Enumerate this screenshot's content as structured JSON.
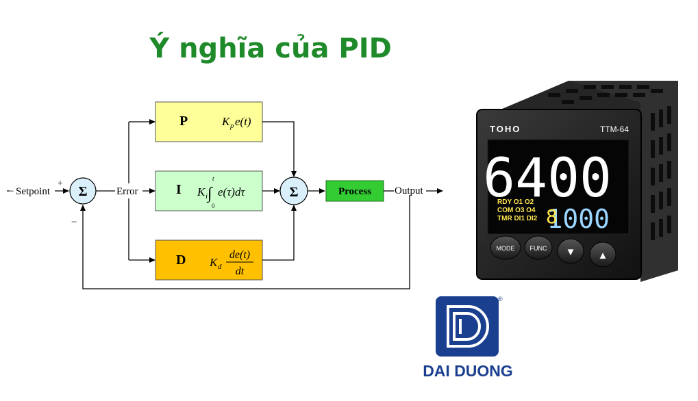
{
  "title": "Ý nghĩa của PID",
  "diagram": {
    "setpoint": "Setpoint",
    "plus": "+",
    "minus": "−",
    "error": "Error",
    "output": "Output",
    "process": "Process",
    "sigma": "Σ",
    "p": {
      "label": "P",
      "k": "K",
      "k_sub": "p",
      "expr": "e(t)"
    },
    "i": {
      "label": "I",
      "k": "K",
      "k_sub": "i",
      "integral": "∫",
      "upper": "t",
      "lower": "0",
      "expr": "e(τ)dτ"
    },
    "d": {
      "label": "D",
      "k": "K",
      "k_sub": "d",
      "num": "de(t)",
      "den": "dt"
    }
  },
  "controller": {
    "brand": "TOHO",
    "model": "TTM-64",
    "pv": "6400",
    "sv": "1000",
    "status_row1": "RDY O1 O2",
    "status_row2": "COM O3 O4",
    "status_row3": "TMR DI1 DI2",
    "small_digit": "8",
    "buttons": {
      "mode": "MODE",
      "func": "FUNC",
      "down": "▼",
      "up": "▲"
    }
  },
  "logo": {
    "text": "DAI DUONG",
    "registered": "®"
  },
  "colors": {
    "title": "#1f8a2a",
    "p_box": "#ffff99",
    "i_box": "#ccffcc",
    "d_box": "#ffc000",
    "process_box": "#33cc33",
    "sum_circle": "#d9f0fb",
    "logo_blue": "#1a3f8f",
    "display_white": "#ffffff",
    "display_blue": "#9ad6ff",
    "display_yellow": "#ffe64d"
  }
}
